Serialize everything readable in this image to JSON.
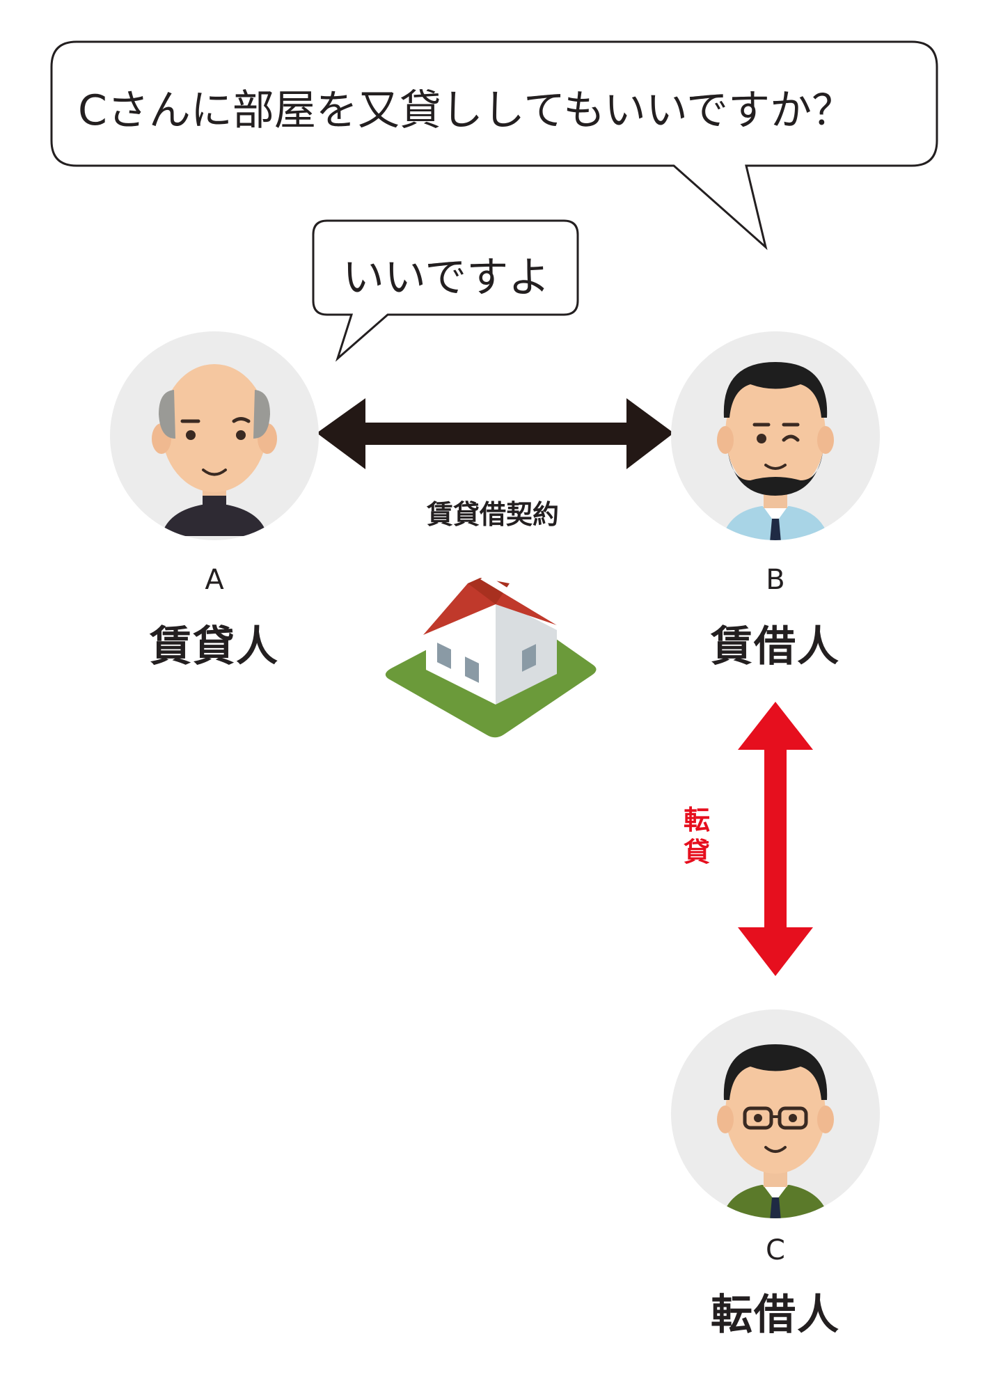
{
  "bubbles": {
    "question": "Cさんに部屋を又貸ししてもいいですか？",
    "answer": "いいですよ"
  },
  "persons": {
    "a": {
      "letter": "A",
      "role": "賃貸人"
    },
    "b": {
      "letter": "B",
      "role": "賃借人"
    },
    "c": {
      "letter": "C",
      "role": "転借人"
    }
  },
  "relations": {
    "lease_contract": "賃貸借契約",
    "sublease": "転貸"
  },
  "colors": {
    "lease_arrow": "#231815",
    "sublease_arrow": "#e60f1e",
    "avatar_bg": "#ececec",
    "roof": "#c0392b",
    "lawn": "#6b9a3a"
  },
  "icons": [
    "old-man-avatar",
    "bearded-man-avatar",
    "glasses-man-avatar",
    "house-icon"
  ]
}
